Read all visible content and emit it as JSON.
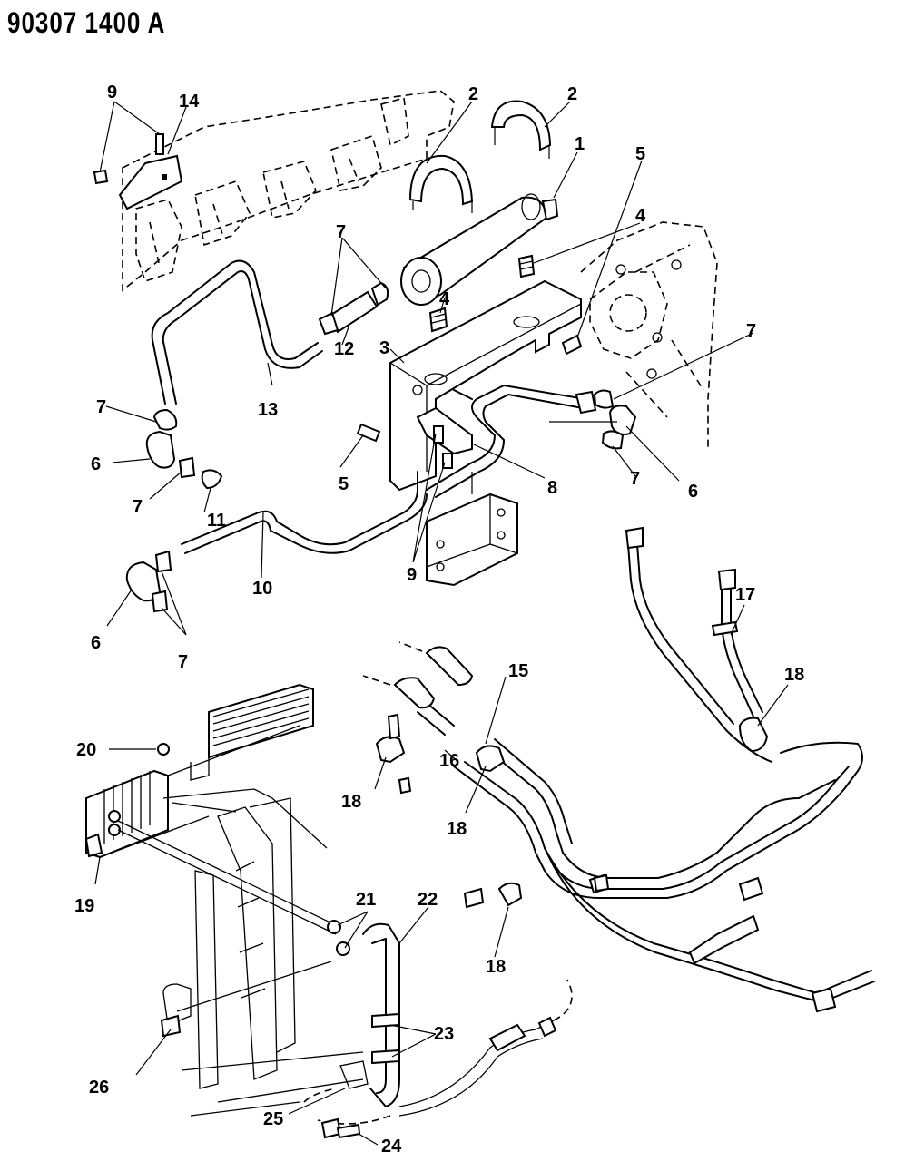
{
  "header": {
    "doc_id": "90307 1400 A"
  },
  "callouts": [
    "1",
    "2",
    "3",
    "4",
    "5",
    "6",
    "7",
    "8",
    "9",
    "10",
    "11",
    "12",
    "13",
    "14",
    "15",
    "16",
    "17",
    "18",
    "19",
    "20",
    "21",
    "22",
    "23",
    "24",
    "25",
    "26"
  ],
  "colors": {
    "ink": "#000000",
    "paper": "#ffffff"
  }
}
